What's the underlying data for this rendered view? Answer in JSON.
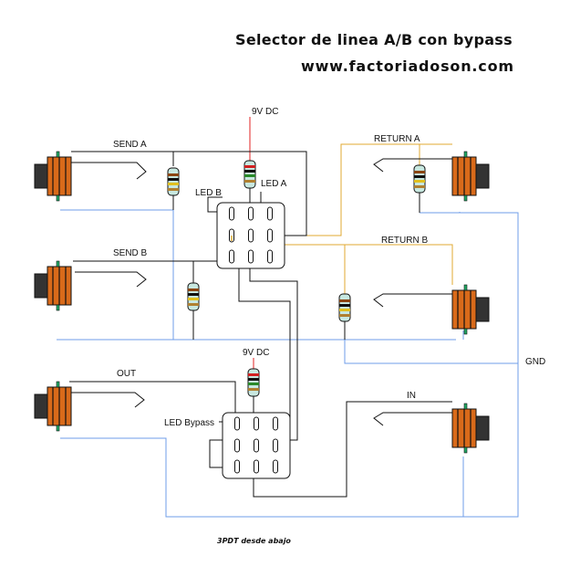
{
  "title": "Selector de linea A/B con bypass",
  "subtitle": "www.factoriadoson.com",
  "footer_note": "3PDT desde abajo",
  "labels": {
    "send_a": "SEND A",
    "send_b": "SEND B",
    "out": "OUT",
    "return_a": "RETURN A",
    "return_b": "RETURN B",
    "in": "IN",
    "power_top": "9V DC",
    "power_bottom": "9V DC",
    "led_a": "LED A",
    "led_b": "LED B",
    "led_bypass": "LED Bypass",
    "gnd": "GND"
  },
  "colors": {
    "wire_black": "#111111",
    "wire_blue": "#6f9ee8",
    "wire_orange": "#e0a830",
    "wire_red": "#e02020",
    "jack_body": "#d96a1a",
    "jack_plug": "#333333",
    "resistor_body": "#c8e8e0"
  }
}
